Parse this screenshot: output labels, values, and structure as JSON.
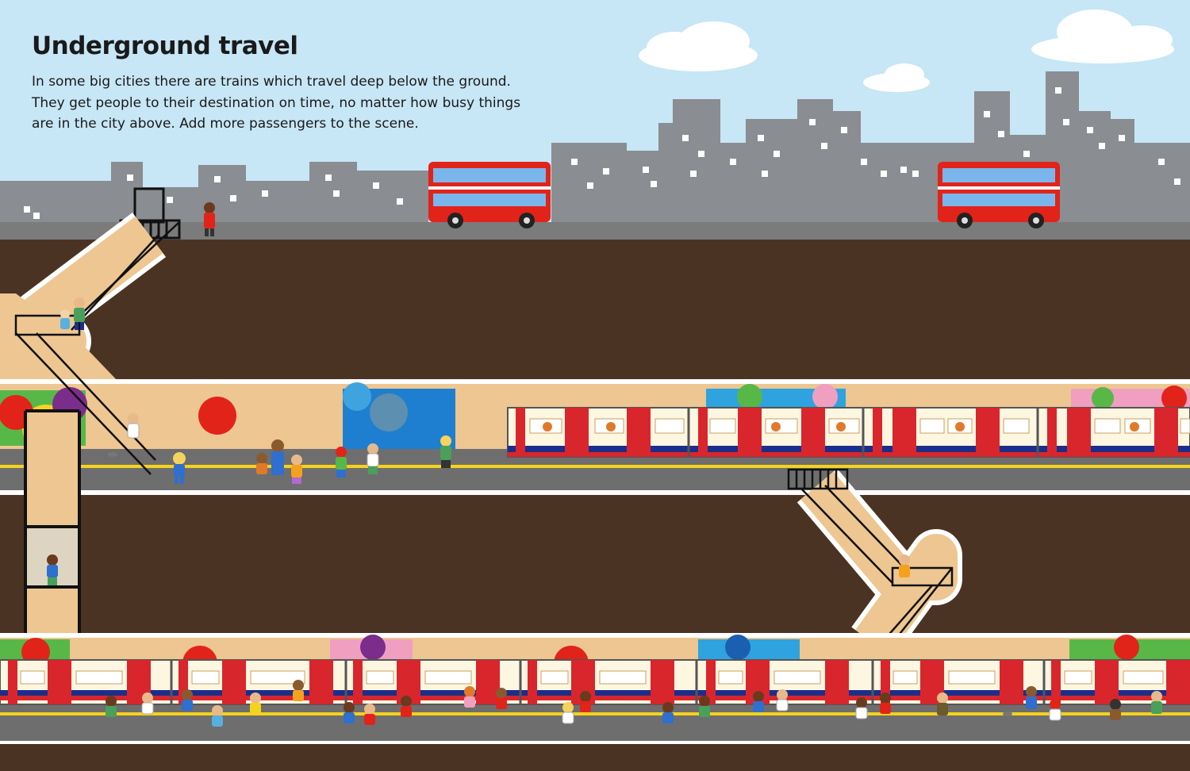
{
  "page": {
    "title": "Underground travel",
    "body_lines": [
      "In some big cities there are trains which travel deep below the ground.",
      "They get people to their destination on time, no matter how busy things",
      "are in the city above. Add more passengers to the scene."
    ]
  },
  "colors": {
    "sky": "#c7e6f6",
    "buildings": "#8a8d91",
    "earth": "#4b3324",
    "tunnel": "#edc691",
    "platform": "#6e6e6e",
    "safety_line": "#f6d21b",
    "bus": "#e2231a",
    "train_body": "#fdf6e0",
    "train_door": "#d8262c",
    "train_stripe": "#1b2f8a"
  },
  "icons": [
    "bus-icon",
    "train-icon",
    "staircase-icon",
    "lift-shaft-icon",
    "passenger-icon",
    "building-icon",
    "cloud-icon",
    "poster-icon",
    "mouse-icon"
  ]
}
